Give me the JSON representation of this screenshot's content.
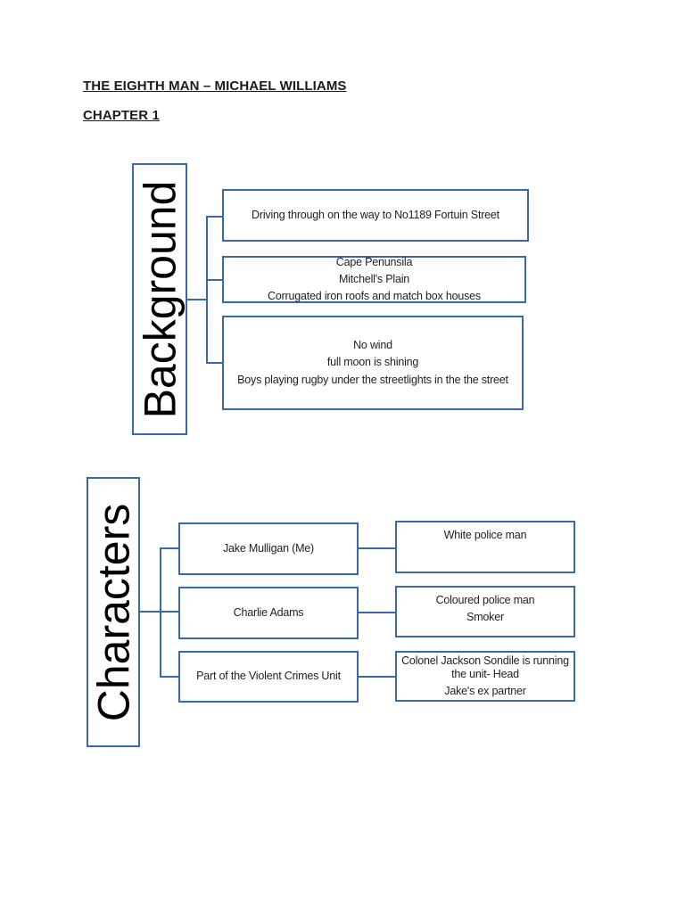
{
  "page": {
    "title": "THE EIGHTH MAN – MICHAEL WILLIAMS",
    "chapter": "CHAPTER 1"
  },
  "colors": {
    "box_border": "#3a67b1",
    "connector": "#3a67b1",
    "body_text": "#1f1f1f",
    "label_text": "#000000",
    "page_background": "#ffffff"
  },
  "background_section": {
    "label": "Background",
    "boxes": [
      {
        "lines": [
          "Driving through on the way to No1189 Fortuin Street"
        ]
      },
      {
        "lines": [
          "Cape Penunsila",
          "Mitchell's Plain",
          "Corrugated iron roofs and match box houses"
        ]
      },
      {
        "lines": [
          "No wind",
          "full moon is shining",
          "Boys playing rugby under the streetlights in the the street"
        ]
      }
    ]
  },
  "characters_section": {
    "label": "Characters",
    "rows": [
      {
        "left": "Jake Mulligan (Me)",
        "right_lines": [
          "White police man"
        ]
      },
      {
        "left": "Charlie Adams",
        "right_lines": [
          "Coloured police man",
          "Smoker"
        ]
      },
      {
        "left": "Part of the Violent Crimes Unit",
        "right_lines": [
          "Colonel Jackson Sondile is running",
          "the unit- Head",
          "Jake's ex partner"
        ]
      }
    ]
  }
}
